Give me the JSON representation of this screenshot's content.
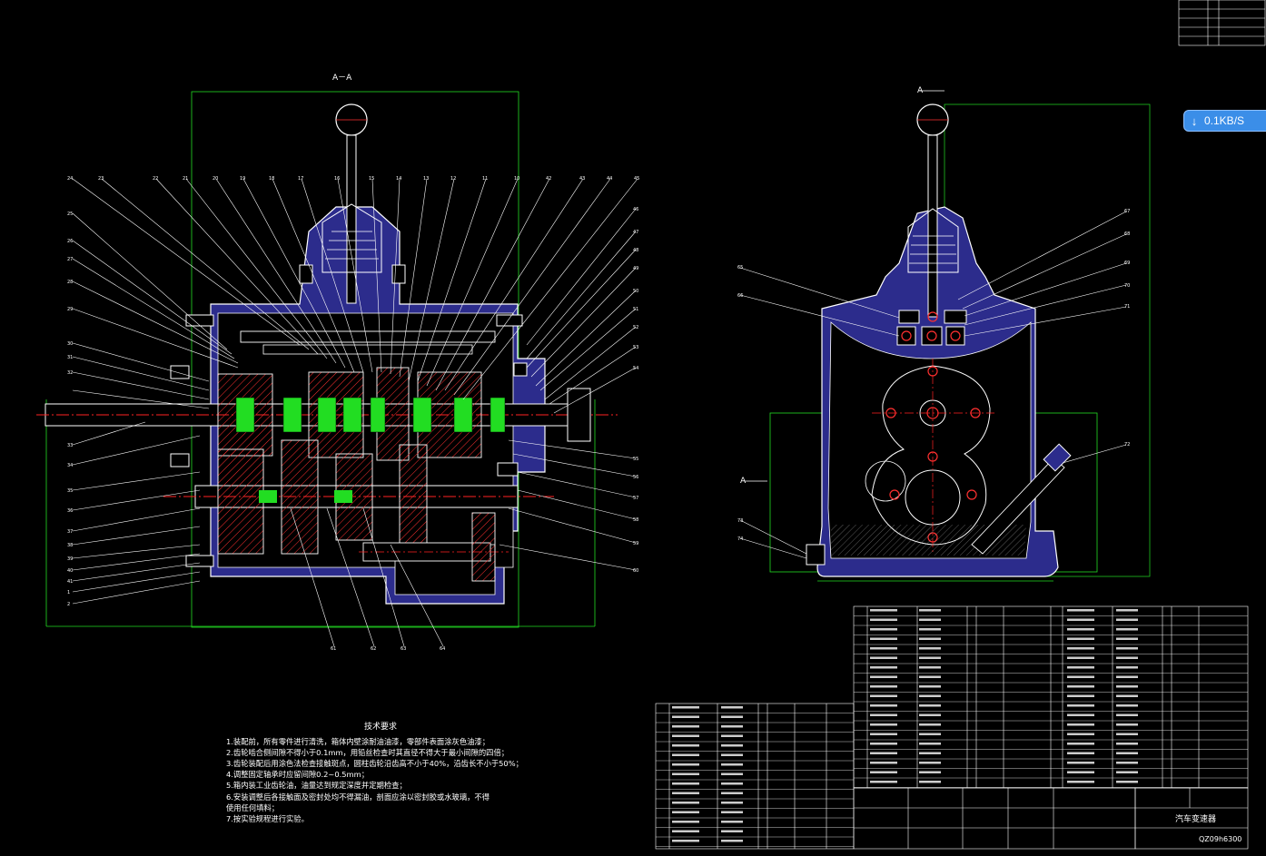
{
  "download_badge": {
    "icon": "down-arrow-icon",
    "speed": "0.1KB/S"
  },
  "drawing": {
    "section_label": "A－A",
    "cut_marker": "A",
    "tech_title": "技术要求",
    "tech_requirements": [
      "1.装配前，所有零件进行清洗，箱体内壁涂耐油油漆，零部件表面涂灰色油漆；",
      "2.齿轮啮合侧间隙不得小于0.1mm，用铅丝检查时其直径不得大于最小间隙的四倍；",
      "3.齿轮装配后用涂色法检查接触斑点，圆柱齿轮沿齿高不小于40%，沿齿长不小于50%；",
      "4.调整固定轴承时应留间隙0.2~0.5mm；",
      "5.箱内装工业齿轮油，油量达到规定深度并定期检查；",
      "6.安装调整后各接触面及密封处均不得漏油，剖面应涂以密封胶或水玻璃，不得",
      "  使用任何填料；",
      "7.按实验规程进行实验。"
    ],
    "title_block": {
      "name": "汽车变速器",
      "code": "QZ09h6300"
    }
  },
  "colors": {
    "outline": "#ffffff",
    "housing": "#2c2c8c",
    "section": "#ff3030",
    "shaft": "#ff2222",
    "green": "#22dd22",
    "leader": "#ffffff",
    "bg": "#000000"
  }
}
